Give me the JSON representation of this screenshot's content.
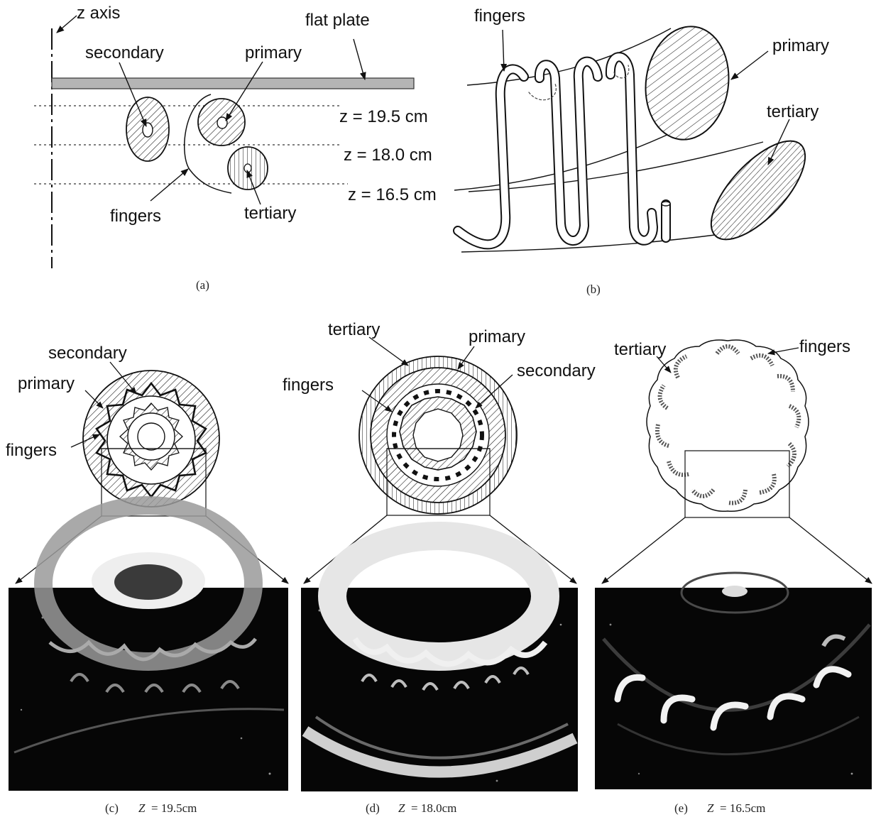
{
  "panel_a": {
    "z_axis": "z axis",
    "flat_plate": "flat plate",
    "secondary": "secondary",
    "primary": "primary",
    "fingers": "fingers",
    "tertiary": "tertiary",
    "z1": "z = 19.5 cm",
    "z2": "z = 18.0 cm",
    "z3": "z = 16.5 cm",
    "caption": "(a)"
  },
  "panel_b": {
    "fingers": "fingers",
    "primary": "primary",
    "tertiary": "tertiary",
    "caption": "(b)"
  },
  "panel_c": {
    "secondary": "secondary",
    "primary": "primary",
    "fingers": "fingers",
    "caption_tag": "(c)",
    "caption_z": "Z",
    "caption_val": "= 19.5cm"
  },
  "panel_d": {
    "tertiary": "tertiary",
    "primary": "primary",
    "secondary": "secondary",
    "fingers": "fingers",
    "caption_tag": "(d)",
    "caption_z": "Z",
    "caption_val": "= 18.0cm"
  },
  "panel_e": {
    "tertiary": "tertiary",
    "fingers": "fingers",
    "caption_tag": "(e)",
    "caption_z": "Z",
    "caption_val": "= 16.5cm"
  }
}
